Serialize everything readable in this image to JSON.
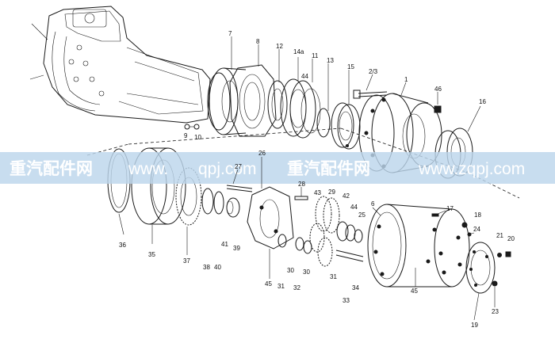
{
  "watermark": {
    "text_left": "重汽配件网",
    "text_mid_a": "www.",
    "text_mid_b": "qpj.com",
    "text_right_a": "重汽配件网",
    "text_right_b": "www.zqpj.com",
    "band_color": "#bcd6ec"
  },
  "callouts": {
    "upper": [
      {
        "id": "c7",
        "text": "7"
      },
      {
        "id": "c8",
        "text": "8"
      },
      {
        "id": "c12",
        "text": "12"
      },
      {
        "id": "c14a",
        "text": "14a"
      },
      {
        "id": "c11",
        "text": "11"
      },
      {
        "id": "c13",
        "text": "13"
      },
      {
        "id": "c15",
        "text": "15"
      },
      {
        "id": "c23b",
        "text": "2/3"
      },
      {
        "id": "c1",
        "text": "1"
      },
      {
        "id": "c46",
        "text": "46"
      },
      {
        "id": "c16",
        "text": "16"
      },
      {
        "id": "c44",
        "text": "44"
      },
      {
        "id": "c9",
        "text": "9"
      },
      {
        "id": "c10",
        "text": "10"
      }
    ],
    "lower": [
      {
        "id": "c27",
        "text": "27"
      },
      {
        "id": "c26",
        "text": "26"
      },
      {
        "id": "c28",
        "text": "28"
      },
      {
        "id": "c43",
        "text": "43"
      },
      {
        "id": "c29",
        "text": "29"
      },
      {
        "id": "c42",
        "text": "42"
      },
      {
        "id": "c44b",
        "text": "44"
      },
      {
        "id": "c25",
        "text": "25"
      },
      {
        "id": "c6",
        "text": "6"
      },
      {
        "id": "c17",
        "text": "17"
      },
      {
        "id": "c18",
        "text": "18"
      },
      {
        "id": "c24",
        "text": "24"
      },
      {
        "id": "c21",
        "text": "21"
      },
      {
        "id": "c20",
        "text": "20"
      },
      {
        "id": "c36",
        "text": "36"
      },
      {
        "id": "c35",
        "text": "35"
      },
      {
        "id": "c37",
        "text": "37"
      },
      {
        "id": "c38",
        "text": "38"
      },
      {
        "id": "c40",
        "text": "40"
      },
      {
        "id": "c41",
        "text": "41"
      },
      {
        "id": "c39",
        "text": "39"
      },
      {
        "id": "c45",
        "text": "45"
      },
      {
        "id": "c31",
        "text": "31"
      },
      {
        "id": "c30",
        "text": "30"
      },
      {
        "id": "c32",
        "text": "32"
      },
      {
        "id": "c30b",
        "text": "30"
      },
      {
        "id": "c31b",
        "text": "31"
      },
      {
        "id": "c33",
        "text": "33"
      },
      {
        "id": "c34",
        "text": "34"
      },
      {
        "id": "c45b",
        "text": "45"
      },
      {
        "id": "c19",
        "text": "19"
      },
      {
        "id": "c23",
        "text": "23"
      }
    ]
  }
}
